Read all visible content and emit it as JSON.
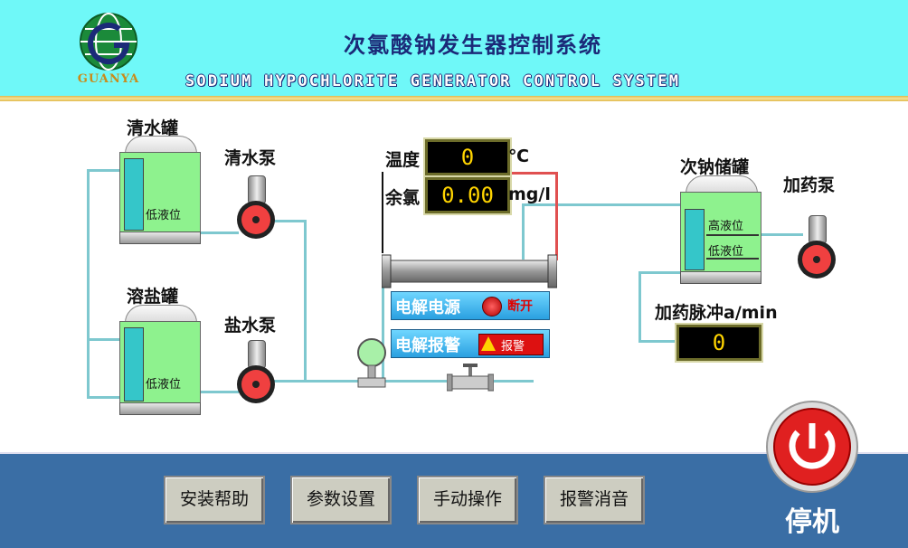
{
  "header": {
    "title_cn": "次氯酸钠发生器控制系统",
    "title_en": "SODIUM HYPOCHLORITE GENERATOR CONTROL SYSTEM",
    "logo_text": "GUANYA"
  },
  "tanks": {
    "fresh_water": {
      "label": "清水罐",
      "level_label": "低液位"
    },
    "brine": {
      "label": "溶盐罐",
      "level_label": "低液位"
    },
    "storage": {
      "label": "次钠储罐",
      "high_label": "高液位",
      "low_label": "低液位"
    }
  },
  "pumps": {
    "fresh_water": {
      "label": "清水泵"
    },
    "brine": {
      "label": "盐水泵"
    },
    "dosing": {
      "label": "加药泵"
    }
  },
  "readings": {
    "temperature": {
      "label": "温度",
      "value": "0",
      "unit": "℃"
    },
    "residual_chlorine": {
      "label": "余氯",
      "value": "0.00",
      "unit": "mg/l"
    },
    "dosing_pulse": {
      "label": "加药脉冲a/min",
      "value": "0"
    }
  },
  "status": {
    "power": {
      "label": "电解电源",
      "state": "断开"
    },
    "alarm": {
      "label": "电解报警",
      "state": "报警"
    }
  },
  "footer": {
    "buttons": [
      "安装帮助",
      "参数设置",
      "手动操作",
      "报警消音"
    ],
    "stop_label": "停机"
  },
  "colors": {
    "header_bg": "#6ff8f8",
    "footer_bg": "#3a6ea5",
    "pipe": "#7ec8cf",
    "tank_fill": "#8ef28e",
    "display_text": "#ffd400",
    "stop_red": "#e02020"
  }
}
